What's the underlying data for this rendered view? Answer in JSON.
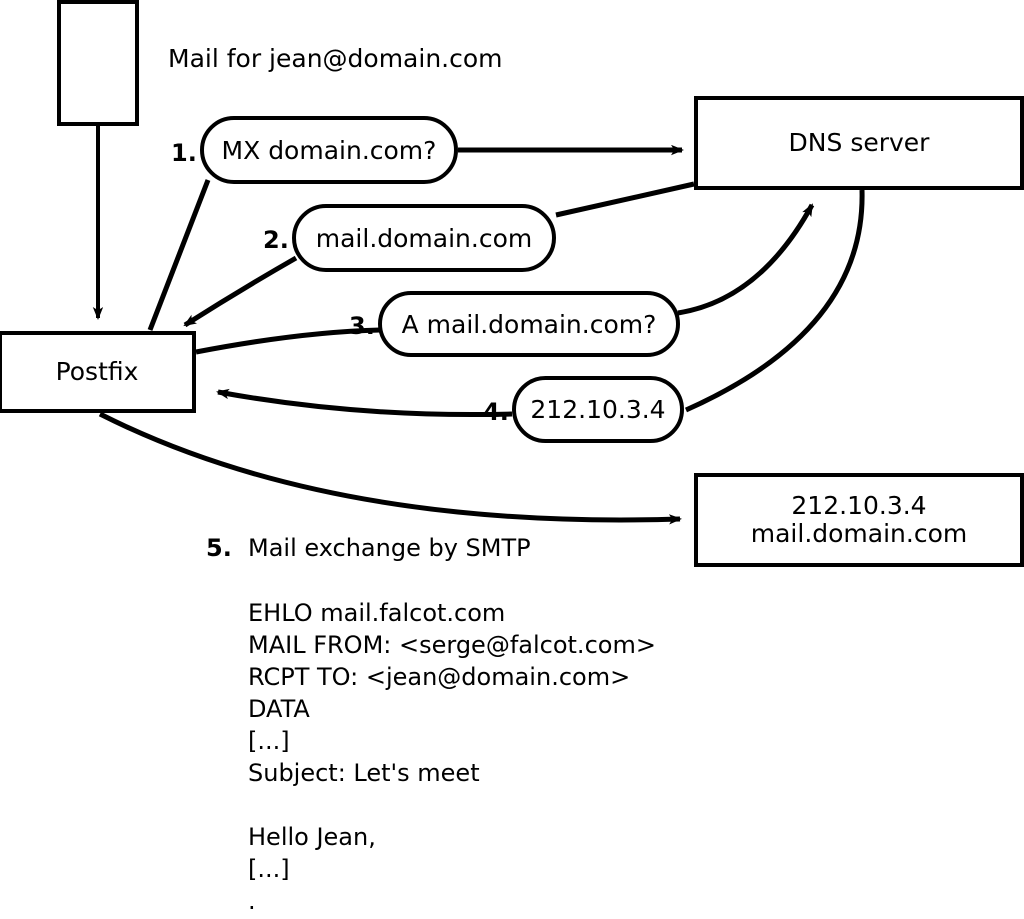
{
  "diagram": {
    "title": "Mail for jean@domain.com",
    "nodes": {
      "sender_box": {
        "label": ""
      },
      "postfix": {
        "label": "Postfix"
      },
      "dns_server": {
        "label": "DNS server"
      },
      "target_server": {
        "line1": "212.10.3.4",
        "line2": "mail.domain.com"
      }
    },
    "steps": [
      {
        "num": "1.",
        "label": "MX domain.com?"
      },
      {
        "num": "2.",
        "label": "mail.domain.com"
      },
      {
        "num": "3.",
        "label": "A mail.domain.com?"
      },
      {
        "num": "4.",
        "label": "212.10.3.4"
      }
    ],
    "step5": {
      "num": "5.",
      "label": "Mail exchange by SMTP"
    },
    "smtp_transcript": [
      "EHLO mail.falcot.com",
      "MAIL FROM: <serge@falcot.com>",
      "RCPT TO: <jean@domain.com>",
      "DATA",
      "[...]",
      "Subject: Let's meet",
      "",
      "Hello Jean,",
      "[...]",
      "."
    ],
    "colors": {
      "stroke": "#000000",
      "fill": "#ffffff"
    }
  }
}
